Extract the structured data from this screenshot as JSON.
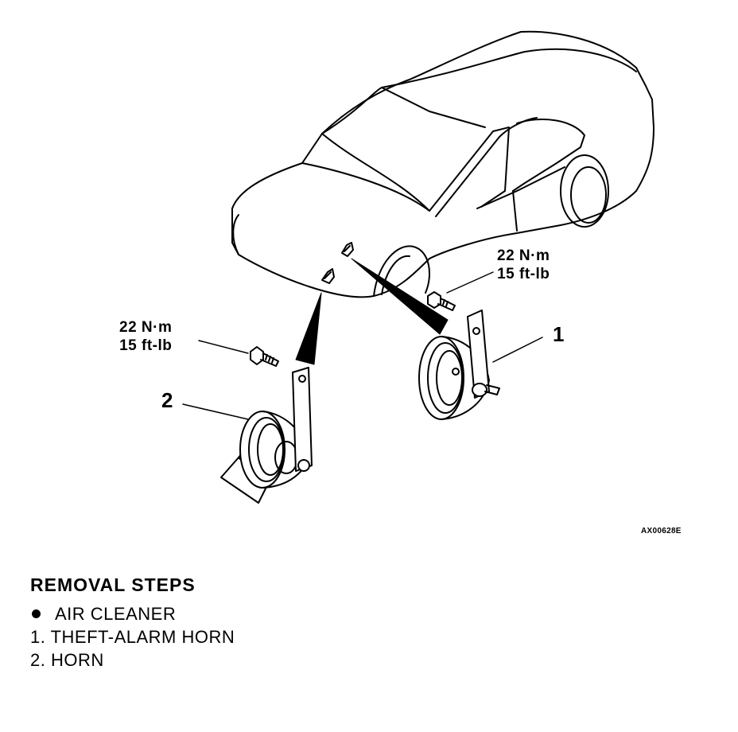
{
  "torque_left": {
    "line1": "22 N·m",
    "line2": "15 ft-lb"
  },
  "torque_right": {
    "line1": "22 N·m",
    "line2": "15 ft-lb"
  },
  "callouts": {
    "part1": "1",
    "part2": "2"
  },
  "figure_code": "AX00628E",
  "removal": {
    "title": "REMOVAL STEPS",
    "steps": [
      {
        "marker": "bullet",
        "text": "AIR CLEANER"
      },
      {
        "marker": "1.",
        "text": "THEFT-ALARM HORN"
      },
      {
        "marker": "2.",
        "text": "HORN"
      }
    ]
  }
}
